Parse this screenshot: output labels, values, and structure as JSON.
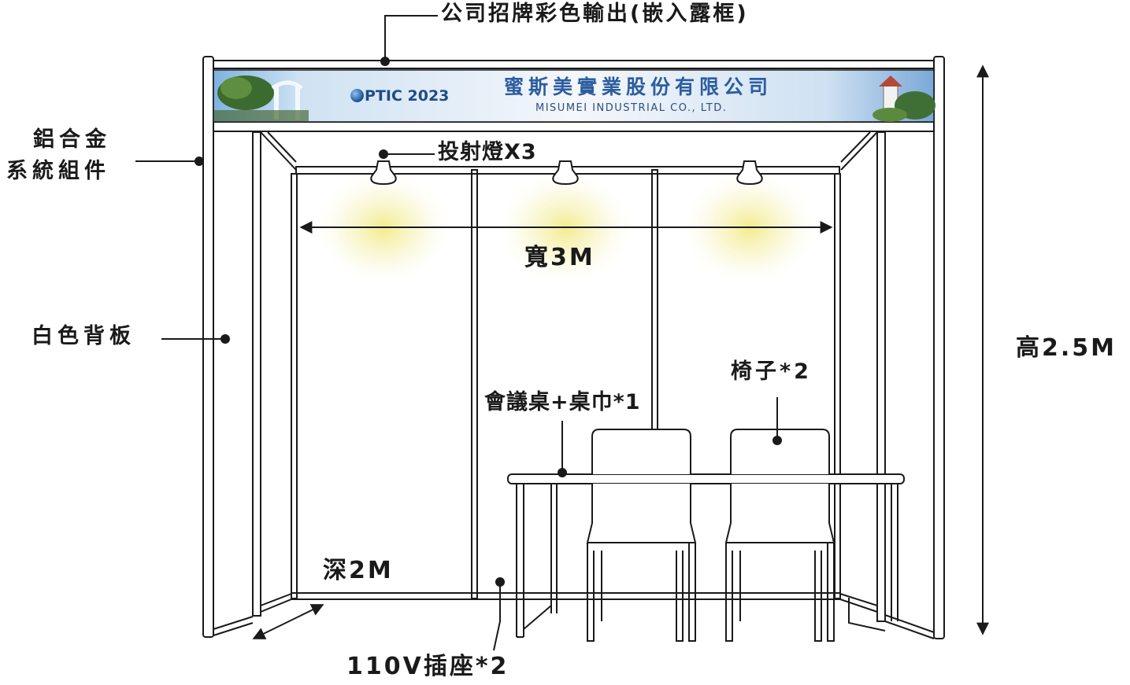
{
  "labels": {
    "signage": "公司招牌彩色輸出(嵌入露框)",
    "frame_line1": "鋁合金",
    "frame_line2": "系統組件",
    "spotlight": "投射燈X3",
    "width": "寬3M",
    "backboard": "白色背板",
    "height": "高2.5M",
    "chair": "椅子*2",
    "table": "會議桌+桌巾*1",
    "depth": "深2M",
    "outlet": "110V插座*2"
  },
  "sign": {
    "optic_suffix": "PTIC 2023",
    "company_zh": "蜜斯美實業股份有限公司",
    "company_en": "MISUMEI INDUSTRIAL CO., LTD."
  },
  "colors": {
    "line": "#1a1a1a",
    "sign_text": "#2d5d9f",
    "light_glow": "#f2ec9a"
  }
}
